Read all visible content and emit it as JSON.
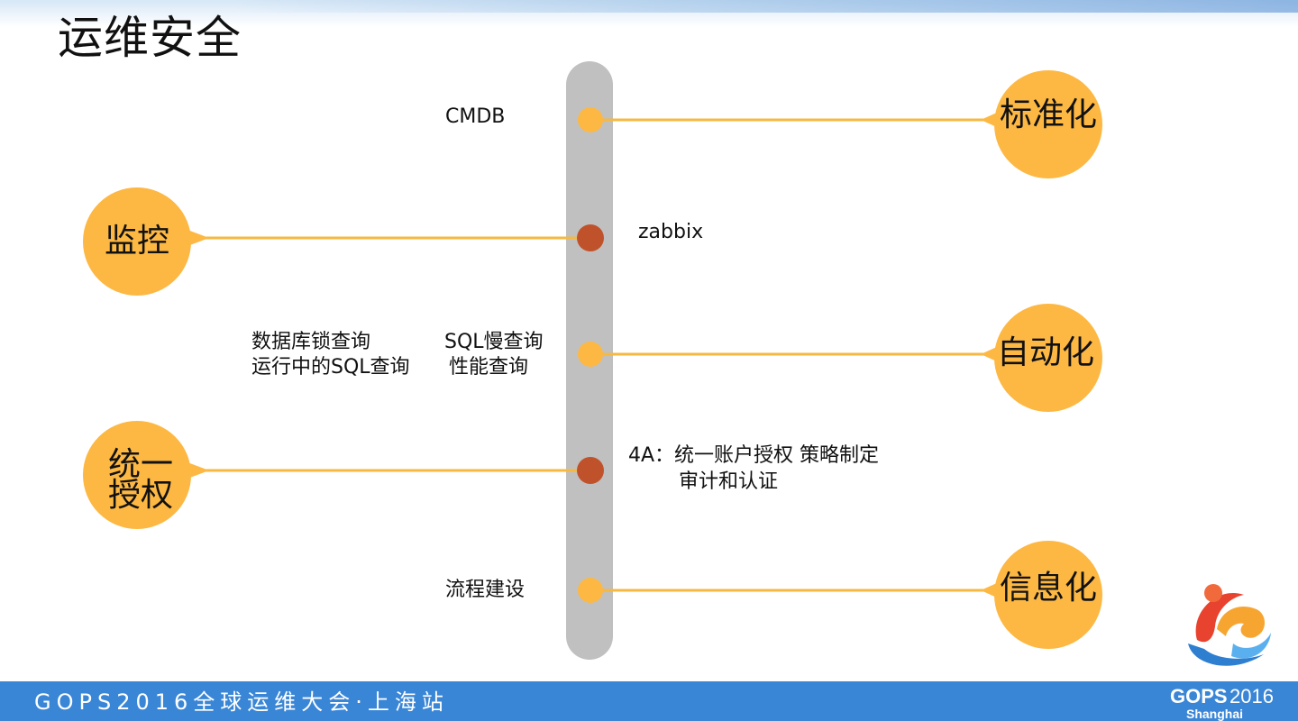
{
  "slide": {
    "title": "运维安全"
  },
  "diagram": {
    "colors": {
      "timeline": "#c0c0c0",
      "connector": "#f5b942",
      "circle": "#fdb843",
      "node_light": "#fdb843",
      "node_dark": "#c0522b"
    },
    "left_circles": [
      {
        "label": "监控"
      },
      {
        "label_line1": "统一",
        "label_line2": "授权"
      }
    ],
    "right_circles": [
      {
        "label": "标准化"
      },
      {
        "label": "自动化"
      },
      {
        "label": "信息化"
      }
    ],
    "notes": {
      "cmdb": "CMDB",
      "zabbix": "zabbix",
      "db_lock": "数据库锁查询",
      "running_sql": "运行中的SQL查询",
      "slow_sql": "SQL慢查询",
      "perf": "性能查询",
      "auth_line1": "4A：统一账户授权   策略制定",
      "auth_line2": "审计和认证",
      "process": "流程建设"
    }
  },
  "footer": {
    "event": "GOPS2016全球运维大会·上海站",
    "brand_name": "GOPS",
    "brand_year": "2016",
    "brand_city": "Shanghai"
  }
}
